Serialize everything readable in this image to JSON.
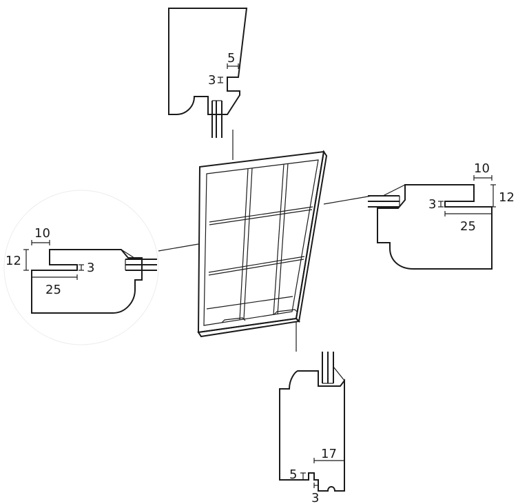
{
  "diagram": {
    "top_section": {
      "dim_a": "5",
      "dim_b": "3"
    },
    "right_section": {
      "dim_a": "10",
      "dim_b": "12",
      "dim_c": "3",
      "dim_d": "25"
    },
    "left_section": {
      "dim_a": "10",
      "dim_b": "12",
      "dim_c": "3",
      "dim_d": "25"
    },
    "bottom_section": {
      "dim_a": "17",
      "dim_b": "5",
      "dim_c": "3"
    }
  }
}
